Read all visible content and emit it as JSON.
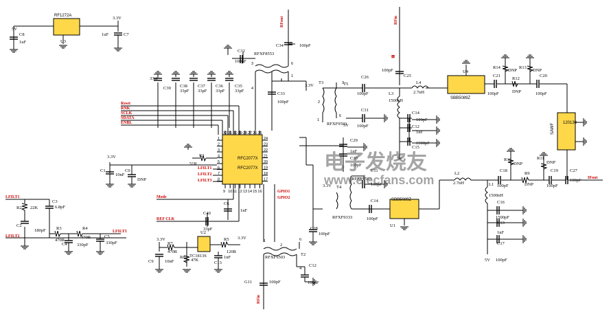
{
  "ics": {
    "u3": {
      "part": "RF1272A",
      "ref": "U3"
    },
    "main": {
      "part_top": "RFC2077X",
      "part_bottom": "RFC2077X"
    },
    "u4": {
      "part": "SBB5089Z",
      "ref": "U4"
    },
    "u1": {
      "part": "SBB5089Z",
      "ref": "U1"
    },
    "u2": {
      "part": "TC1813S",
      "ref": "U2"
    },
    "saw": {
      "part": "120130",
      "ref": "SAWF"
    }
  },
  "nets": {
    "rfout": "RFout",
    "rfin": "RFin",
    "rfin_bottom": "RFin",
    "if_out": "IFout",
    "reset": "Reset",
    "rnk": "RNK",
    "sclk": "SCLK",
    "sdata": "SDATA",
    "enbl": "ENBL",
    "lfilt1_l": "LFILT1",
    "lfilt2_l": "LFILT2",
    "lfilt1": "LFILT1",
    "lfilt2": "LFILT2",
    "lfilt3": "LFILT3",
    "lfilt3_r": "LFILT3",
    "mode": "Mode",
    "gpo1": "GPIO1",
    "gpo2": "GPIO2",
    "refclk": "REF CLK",
    "v33_a": "3.3V",
    "v33_b": "3.3V",
    "v33_c": "3.3V",
    "v33_d": "3.3V",
    "v33_e": "3.3V",
    "v33_f": "3.3V",
    "v5_a": "5V",
    "v5_b": "5V",
    "v5_c": "5V",
    "v5_d": "5V"
  },
  "caps": {
    "c8": {
      "ref": "C8",
      "val": "1uF"
    },
    "c7": {
      "ref": "C7",
      "val": "1uF"
    },
    "c32": {
      "ref": "C32",
      "val": "100pF"
    },
    "c34": {
      "ref": "C34",
      "val": "100pF"
    },
    "c39": {
      "ref": "C39",
      "val": "33pF"
    },
    "c38": {
      "ref": "C38",
      "val": "33pF"
    },
    "c37": {
      "ref": "C37",
      "val": "33pF"
    },
    "c36": {
      "ref": "C36",
      "val": "33pF"
    },
    "c35": {
      "ref": "C35",
      "val": "33pF"
    },
    "c33": {
      "ref": "C33",
      "val": "100pF"
    },
    "c26": {
      "ref": "C26",
      "val": "100pF"
    },
    "c25": {
      "ref": "C25",
      "val": "100pF"
    },
    "c31": {
      "ref": "C31",
      "val": "100pF"
    },
    "c14": {
      "ref": "C14",
      "val": "100pF"
    },
    "c12": {
      "ref": "C12",
      "val": "1nF"
    },
    "c15": {
      "ref": "C15",
      "val": "1500pF"
    },
    "c29": {
      "ref": "C29",
      "val": "1nF"
    },
    "c30": {
      "ref": "C30",
      "val": "100pF"
    },
    "c11": {
      "ref": "C11",
      "val": "100pF"
    },
    "c21": {
      "ref": "C21",
      "val": "100pF"
    },
    "c20": {
      "ref": "C20",
      "val": "100pF"
    },
    "c18": {
      "ref": "C18",
      "val": "100pF"
    },
    "c19": {
      "ref": "C19",
      "val": "100pF"
    },
    "c27": {
      "ref": "C27",
      "val": "100pF"
    },
    "c16": {
      "ref": "C16",
      "val": "1500pF"
    },
    "c13": {
      "ref": "C13",
      "val": "1nF"
    },
    "c17": {
      "ref": "C17",
      "val": "100pF"
    },
    "c10": {
      "ref": "C10",
      "val": "100pF"
    },
    "c28": {
      "ref": "C28",
      "val": "100pF"
    },
    "c1": {
      "ref": "C1",
      "val": "10nF"
    },
    "c0": {
      "ref": "C0",
      "val": "DNP"
    },
    "c3": {
      "ref": "C3",
      "val": "6.8pF"
    },
    "c2": {
      "ref": "C2",
      "val": "180pF"
    },
    "c4": {
      "ref": "C4",
      "val": "330pF"
    },
    "c5": {
      "ref": "C5",
      "val": "330pF"
    },
    "c40": {
      "ref": "C40",
      "val": "33pF"
    },
    "c6": {
      "ref": "C6",
      "val": "1nF"
    },
    "c9": {
      "ref": "C9",
      "val": "10nF"
    },
    "c13b": {
      "ref": "C13",
      "val": "1nF"
    },
    "c11b": {
      "ref": "G11",
      "val": "100pF"
    },
    "c12b": {
      "ref": "C12",
      "val": "100pF"
    }
  },
  "resistors": {
    "r1": {
      "ref": "R1",
      "val": "51R"
    },
    "r2": {
      "ref": "R2",
      "val": "22K"
    },
    "r3": {
      "ref": "R3",
      "val": "470R"
    },
    "r4": {
      "ref": "R4",
      "val": "470R"
    },
    "r5": {
      "ref": "R5",
      "val": "120R"
    },
    "r7": {
      "ref": "R7",
      "val": "470R"
    },
    "r8": {
      "ref": "R8",
      "val": "47K"
    },
    "r9": {
      "ref": "R9",
      "val": "DNP"
    },
    "r10": {
      "ref": "R10",
      "val": "DNP"
    },
    "r11": {
      "ref": "R11",
      "val": "DNP"
    },
    "r12": {
      "ref": "R12",
      "val": "DNP"
    },
    "r13": {
      "ref": "R13",
      "val": "DNP"
    },
    "r14": {
      "ref": "R14",
      "val": "DNP"
    }
  },
  "inductors": {
    "l4": {
      "ref": "L4",
      "val": "2.7nH"
    },
    "l3": {
      "ref": "L3",
      "val": "1500nH"
    },
    "l2": {
      "ref": "L2",
      "val": "2.7nH"
    },
    "l1": {
      "ref": "L1",
      "val": "1500nH"
    }
  },
  "baluns": {
    "t1": {
      "ref": "T1",
      "part": "RFXF8553"
    },
    "t2": {
      "ref": "T2",
      "part": "RFXF9503"
    },
    "t3": {
      "ref": "T3",
      "part": "RFXF9503"
    },
    "t4": {
      "ref": "T4",
      "part": "RFXF9333"
    },
    "t5": {
      "ref": "T5",
      "part": "RFXF9503"
    }
  },
  "pins": {
    "left": [
      "1",
      "2",
      "3",
      "4",
      "5",
      "6",
      "7",
      "8"
    ],
    "top": [
      "32",
      "31",
      "30",
      "29",
      "28",
      "27",
      "26",
      "25"
    ],
    "right": [
      "24",
      "23",
      "22",
      "21",
      "20",
      "19",
      "18",
      "17"
    ],
    "bottom": [
      "9",
      "10",
      "11",
      "12",
      "13",
      "14",
      "15",
      "16"
    ]
  },
  "watermark": {
    "cn": "电子发烧友",
    "url": "www.elecfans.com"
  }
}
